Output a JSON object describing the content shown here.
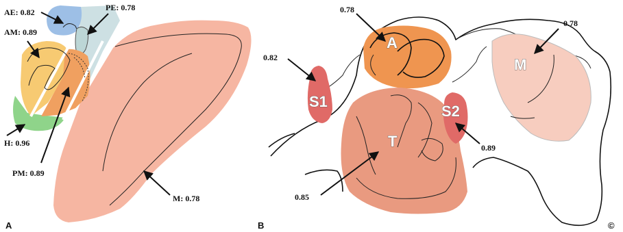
{
  "panelA": {
    "letter": "A",
    "labels": {
      "ae": "AE: 0.82",
      "pe": "PE: 0.78",
      "am": "AM: 0.89",
      "h": "H: 0.96",
      "pm": "PM: 0.89",
      "m": "M: 0.78"
    }
  },
  "panelB": {
    "letter": "B",
    "regions": {
      "a": "A",
      "m": "M",
      "s1": "S1",
      "s2": "S2",
      "t": "T"
    },
    "values": {
      "a": "0.78",
      "m": "0.78",
      "s1": "0.82",
      "s2": "0.89",
      "t": "0.85"
    },
    "copyright": "©"
  },
  "colors": {
    "blue": "#9dbfe6",
    "lightBlue": "#c8dde0",
    "yellow": "#f7ca72",
    "orange": "#f0a060",
    "green": "#8fd48a",
    "salmon": "#f6b6a2",
    "orangeB": "#ef9550",
    "lightSalmon": "#f7cdbf",
    "red": "#e06a67",
    "tSalmon": "#e99a80"
  }
}
